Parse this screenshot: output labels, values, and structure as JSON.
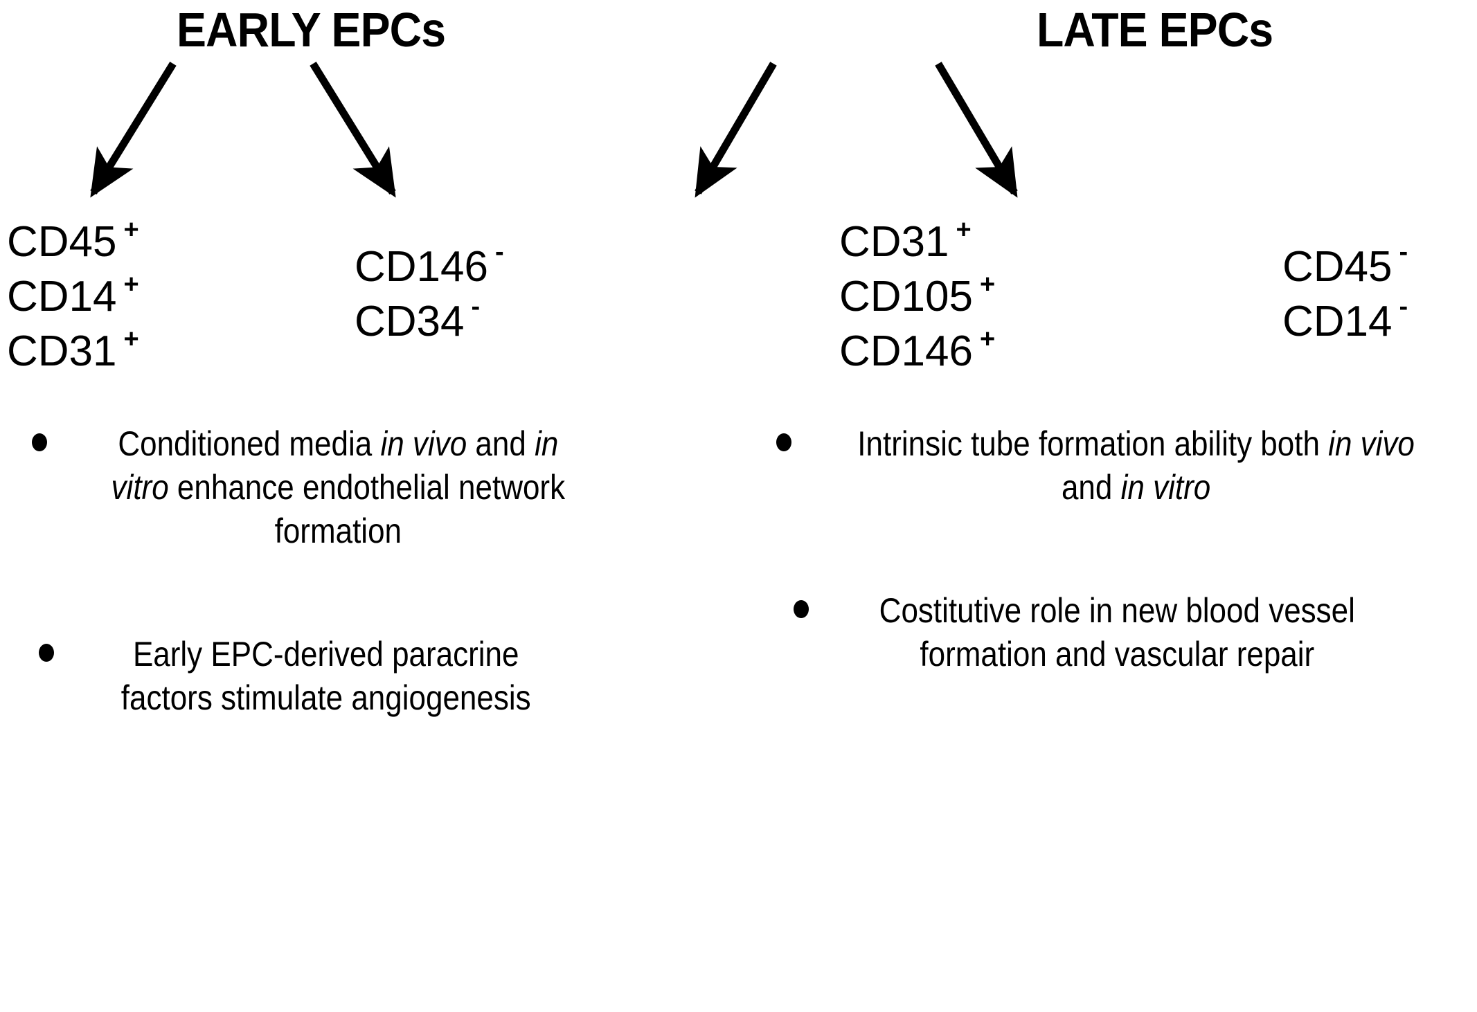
{
  "figure": {
    "background_color": "#ffffff",
    "text_color": "#000000"
  },
  "columns": [
    {
      "id": "early",
      "title": "EARLY EPCs",
      "arrows": [
        {
          "name": "arrow-early-left",
          "direction": "down-left"
        },
        {
          "name": "arrow-early-right",
          "direction": "down-right"
        }
      ],
      "marker_groups": [
        {
          "id": "early-positive",
          "markers": [
            {
              "label": "CD45",
              "sign": "+"
            },
            {
              "label": "CD14",
              "sign": "+"
            },
            {
              "label": "CD31",
              "sign": "+"
            }
          ]
        },
        {
          "id": "early-negative",
          "markers": [
            {
              "label": "CD146",
              "sign": "-"
            },
            {
              "label": "CD34",
              "sign": "-"
            }
          ]
        }
      ],
      "bullets": [
        {
          "id": "early-bullet-1",
          "parts": [
            {
              "text": "Conditioned media ",
              "italic": false
            },
            {
              "text": "in vivo",
              "italic": true
            },
            {
              "text": " and ",
              "italic": false
            },
            {
              "text": "in vitro",
              "italic": true
            },
            {
              "text": " enhance endothelial network formation",
              "italic": false
            }
          ]
        },
        {
          "id": "early-bullet-2",
          "parts": [
            {
              "text": "Early EPC-derived paracrine factors stimulate angiogenesis",
              "italic": false
            }
          ]
        }
      ]
    },
    {
      "id": "late",
      "title": "LATE EPCs",
      "arrows": [
        {
          "name": "arrow-late-left",
          "direction": "down-left"
        },
        {
          "name": "arrow-late-right",
          "direction": "down-right"
        }
      ],
      "marker_groups": [
        {
          "id": "late-positive",
          "markers": [
            {
              "label": "CD31",
              "sign": "+"
            },
            {
              "label": "CD105",
              "sign": "+"
            },
            {
              "label": "CD146",
              "sign": "+"
            }
          ]
        },
        {
          "id": "late-negative",
          "markers": [
            {
              "label": "CD45",
              "sign": "-"
            },
            {
              "label": "CD14",
              "sign": "-"
            }
          ]
        }
      ],
      "bullets": [
        {
          "id": "late-bullet-1",
          "parts": [
            {
              "text": "Intrinsic tube formation ability both ",
              "italic": false
            },
            {
              "text": "in vivo",
              "italic": true
            },
            {
              "text": " and ",
              "italic": false
            },
            {
              "text": "in vitro",
              "italic": true
            }
          ]
        },
        {
          "id": "late-bullet-2",
          "parts": [
            {
              "text": "Costitutive role in new blood vessel formation and vascular repair",
              "italic": false
            }
          ]
        }
      ]
    }
  ]
}
